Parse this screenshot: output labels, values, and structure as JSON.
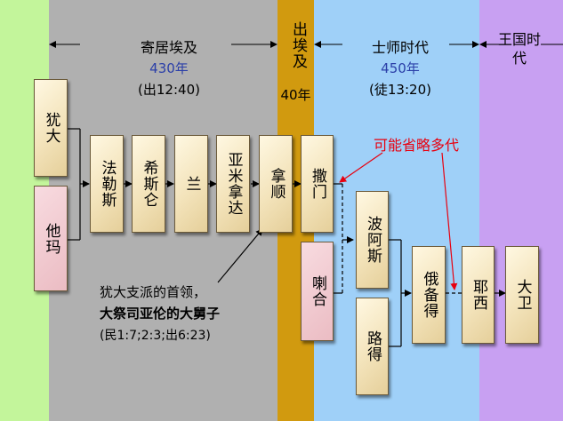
{
  "periods": {
    "sojourn": {
      "title": "寄居埃及",
      "years": "430年",
      "ref": "(出12:40)"
    },
    "exodus": {
      "title": "出埃及",
      "years": "40年"
    },
    "judges": {
      "title": "士师时代",
      "years": "450年",
      "ref": "(徒13:20)"
    },
    "kingdom": {
      "title": "王国时代"
    }
  },
  "people": {
    "judah": "犹大",
    "tamar": "他玛",
    "perez": "法勒斯",
    "hezron": "希斯仑",
    "ram": "兰",
    "amminadab": "亚米拿达",
    "nahshon": "拿顺",
    "salmon": "撒门",
    "rahab": "喇合",
    "boaz": "波阿斯",
    "ruth": "路得",
    "obed": "俄备得",
    "jesse": "耶西",
    "david": "大卫"
  },
  "annotations": {
    "gap_note": "可能省略多代",
    "nahshon_line1": "犹大支派的首领，",
    "nahshon_line2": "大祭司亚伦的大舅子",
    "nahshon_ref": "(民1:7;2:3;出6:23)"
  },
  "colors": {
    "band_green": "#c3f59b",
    "band_gray": "#b0b0b0",
    "band_gold": "#d19a0f",
    "band_blue": "#9fd0f8",
    "band_purple": "#c8a0f2",
    "box_cream": "#f3e3ba",
    "box_pink": "#ebbcc3",
    "note_red": "#e8000f",
    "year_blue": "#2b3fa8"
  }
}
